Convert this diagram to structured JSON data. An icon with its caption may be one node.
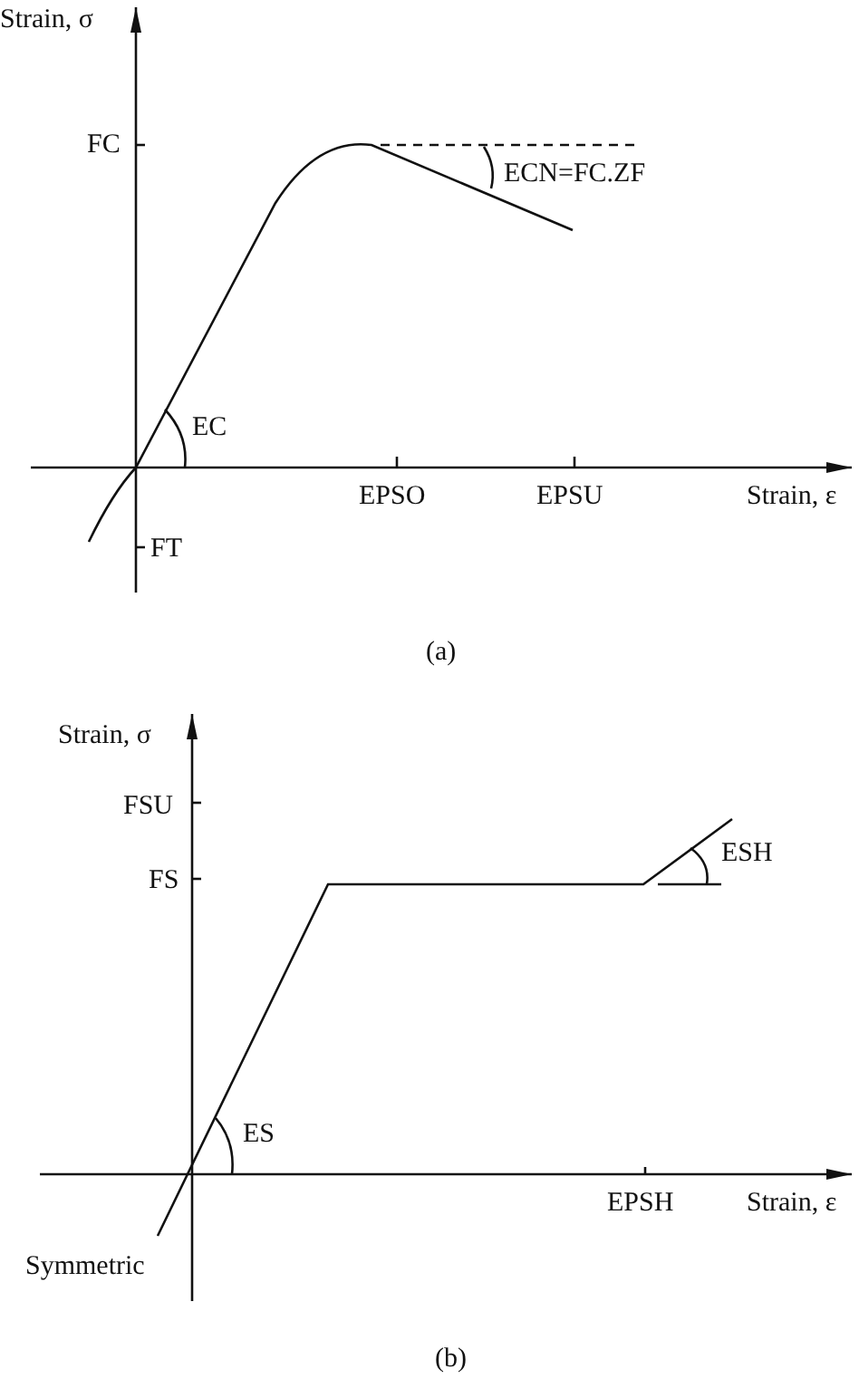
{
  "diagram": {
    "labels": [
      "Strain, σ",
      "FC",
      "ECN=FC.ZF",
      "EC",
      "EPSO",
      "EPSU",
      "Strain, ε",
      "FT",
      "(a)",
      "Strain, σ",
      "FSU",
      "ESH",
      "FS",
      "ES",
      "EPSH",
      "Strain, ε",
      "Symmetric",
      "(b)"
    ]
  }
}
